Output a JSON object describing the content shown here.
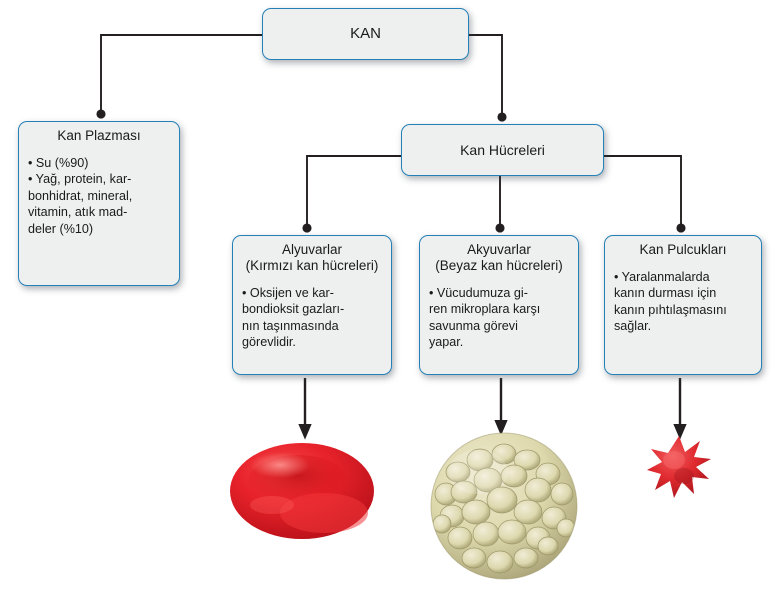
{
  "diagram": {
    "root": {
      "id": "kan",
      "title": "KAN"
    },
    "nodes": {
      "plazma": {
        "title": "Kan Plazması",
        "body": "• Su (%90)\n• Yağ, protein, kar-\nbonhidrat, mineral,\nvitamin, atık mad-\ndeler (%10)"
      },
      "hucreleri": {
        "title": "Kan Hücreleri"
      },
      "alyuvarlar": {
        "title": "Alyuvarlar\n(Kırmızı kan hücreleri)",
        "body": "• Oksijen ve kar-\nbondioksit gazları-\nnın taşınmasında\ngörevlidir."
      },
      "akyuvarlar": {
        "title": "Akyuvarlar\n(Beyaz kan hücreleri)",
        "body": "• Vücudumuza gi-\nren mikroplara karşı\nsavunma görevi\nyapar."
      },
      "pulcuklar": {
        "title": "Kan Pulcukları",
        "body": "• Yaralanmalarda\nkanın durması için\nkanın pıhtılaşmasını\nsağlar."
      }
    },
    "images": {
      "red_blood_cell": "red-blood-cell-image",
      "white_blood_cell": "white-blood-cell-image",
      "platelet": "platelet-image"
    },
    "colors": {
      "box_border": "#2580b8",
      "box_fill": "#eef0f0",
      "connector": "#231f20",
      "text": "#1a1a1a",
      "red_cell": "#e8242a",
      "white_cell": "#d9d5a8",
      "platelet": "#e03030"
    }
  }
}
